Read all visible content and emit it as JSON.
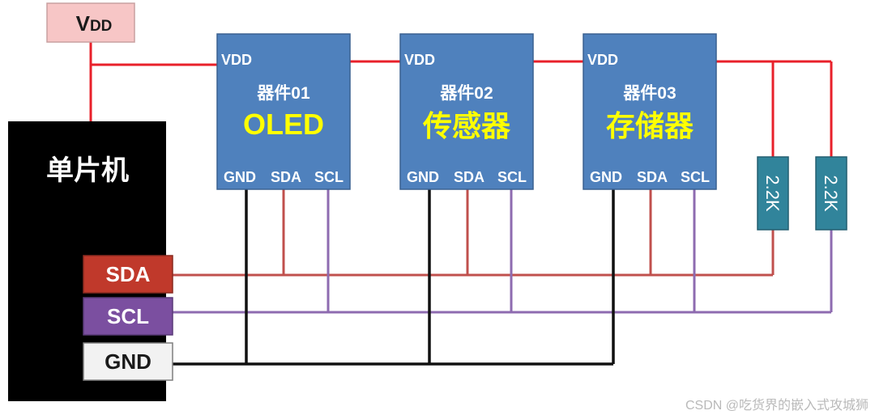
{
  "vdd_source": {
    "main": "V",
    "sub": "DD"
  },
  "mcu": {
    "label": "单片机"
  },
  "mcu_pins": [
    {
      "label": "SDA",
      "color": "#c0392b"
    },
    {
      "label": "SCL",
      "color": "#7b4fa0"
    },
    {
      "label": "GND",
      "color": "#f2f2f2"
    }
  ],
  "devices": [
    {
      "vdd": "VDD",
      "title": "器件01",
      "name": "OLED",
      "pins": {
        "gnd": "GND",
        "sda": "SDA",
        "scl": "SCL"
      }
    },
    {
      "vdd": "VDD",
      "title": "器件02",
      "name": "传感器",
      "pins": {
        "gnd": "GND",
        "sda": "SDA",
        "scl": "SCL"
      }
    },
    {
      "vdd": "VDD",
      "title": "器件03",
      "name": "存储器",
      "pins": {
        "gnd": "GND",
        "sda": "SDA",
        "scl": "SCL"
      }
    }
  ],
  "pullups": [
    {
      "value": "2.2K"
    },
    {
      "value": "2.2K"
    }
  ],
  "wire_colors": {
    "vdd": "#e8202a",
    "sda": "#c0504d",
    "scl": "#8e6bb0",
    "gnd": "#111111"
  },
  "watermark": "CSDN @吃货界的嵌入式攻城狮"
}
